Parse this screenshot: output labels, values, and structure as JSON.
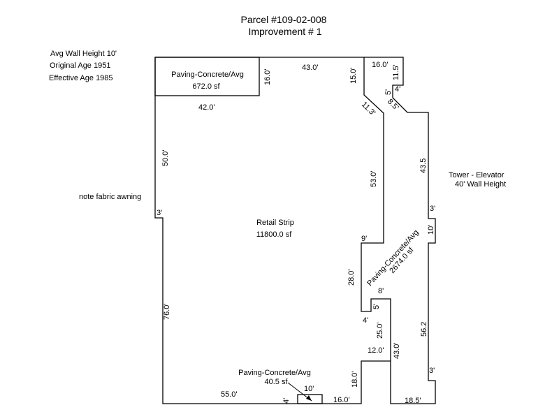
{
  "title": {
    "line1": "Parcel #109-02-008",
    "line2": "Improvement # 1"
  },
  "notes": {
    "wall_height": "Avg Wall Height 10'",
    "original_age": "Original Age 1951",
    "effective_age": "Effective Age 1985",
    "awning": "note fabric awning",
    "tower_line1": "Tower - Elevator",
    "tower_line2": "40' Wall Height"
  },
  "areas": {
    "paving_top_label": "Paving-Concrete/Avg",
    "paving_top_sf": "672.0 sf",
    "retail_label": "Retail Strip",
    "retail_sf": "11800.0 sf",
    "paving_right_label": "Paving-Concrete/Avg",
    "paving_right_sf": "2674.0 sf",
    "paving_small_label": "Paving-Concrete/Avg",
    "paving_small_sf": "40.5 sf"
  },
  "dims": {
    "top_43": "43.0'",
    "paving_16": "16.0'",
    "paving_42": "42.0'",
    "inner_15": "15.0'",
    "top_16": "16.0'",
    "right_11_5": "11.5'",
    "four_a": "4'",
    "five_a": "5'",
    "eight_5": "8.5'",
    "inner_11_3": "11.3'",
    "left_50": "50.0'",
    "inner_53": "53.0'",
    "right_43_5": "43.5",
    "left_3": "3'",
    "right_3a": "3'",
    "right_10": "10'",
    "nine": "9'",
    "inner_28": "28.0'",
    "eight": "8'",
    "five_b": "5'",
    "four_b": "4'",
    "inner_25": "25.0'",
    "left_76": "76.0'",
    "right_56_2": "56.2",
    "twelve": "12.0'",
    "inner_43": "43.0'",
    "right_3b": "3'",
    "inner_18": "18.0'",
    "ten": "10'",
    "bottom_55": "55.0'",
    "four_c": "4'",
    "bottom_16": "16.0'",
    "bottom_18_5": "18.5'"
  }
}
